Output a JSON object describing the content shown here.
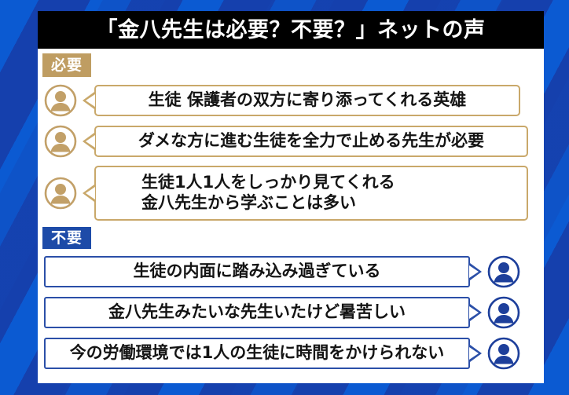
{
  "header": {
    "title": "「金八先生は必要？不要？」ネットの声"
  },
  "sections": [
    {
      "badge_label": "必要",
      "badge_color": "#bf9d62",
      "avatar_icon": "user-avatar-icon",
      "comments": [
        {
          "text": "生徒 保護者の双方に寄り添ってくれる英雄"
        },
        {
          "text": "ダメな方に進む生徒を全力で止める先生が必要"
        },
        {
          "line1": "生徒1人1人をしっかり見てくれる",
          "line2": "金八先生から学ぶことは多い"
        }
      ]
    },
    {
      "badge_label": "不要",
      "badge_color": "#1d4ba8",
      "avatar_icon": "user-avatar-icon",
      "comments": [
        {
          "text": "生徒の内面に踏み込み過ぎている"
        },
        {
          "text": "金八先生みたいな先生いたけど暑苦しい"
        },
        {
          "text": "今の労働環境では1人の生徒に時間をかけられない"
        }
      ]
    }
  ],
  "theme": {
    "background_blue_dark": "#1540ad",
    "background_blue_light": "#0b5ad2",
    "title_bar_bg": "#000000",
    "title_text_color": "#ffffff",
    "panel_bg": "#ffffff",
    "gold": "#c9a86a",
    "blue": "#2b4fa8"
  }
}
